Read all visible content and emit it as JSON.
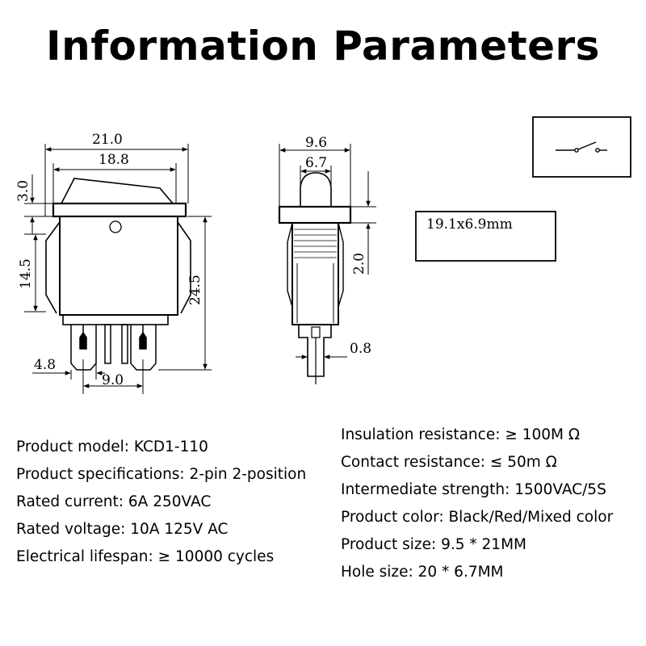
{
  "title": "Information Parameters",
  "dimensions": {
    "front_width_outer": "21.0",
    "front_width_inner": "18.8",
    "front_rocker_height": "3.0",
    "front_body_height": "14.5",
    "front_total_height": "24.5",
    "front_pin_width": "4.8",
    "front_pin_spacing": "9.0",
    "side_width_outer": "9.6",
    "side_width_inner": "6.7",
    "side_height": "2.0",
    "side_pin_thickness": "0.8"
  },
  "hole_size_box": "19.1x6.9mm",
  "specs_left": [
    {
      "label": "Product model",
      "value": "KCD1-110"
    },
    {
      "label": "Product specifications",
      "value": "2-pin 2-position"
    },
    {
      "label": "Rated current",
      "value": "6A 250VAC"
    },
    {
      "label": "Rated voltage",
      "value": "10A 125V AC"
    },
    {
      "label": "Electrical lifespan",
      "value": "≥ 10000 cycles"
    }
  ],
  "specs_right": [
    {
      "label": "Insulation resistance",
      "value": "≥ 100M Ω"
    },
    {
      "label": "Contact resistance",
      "value": "≤ 50m Ω"
    },
    {
      "label": "Intermediate strength",
      "value": "1500VAC/5S"
    },
    {
      "label": "Product color",
      "value": "Black/Red/Mixed color"
    },
    {
      "label": "Product size",
      "value": "9.5 * 21MM"
    },
    {
      "label": "Hole size",
      "value": "20 * 6.7MM"
    }
  ],
  "specs_text": {
    "left": [
      "Product model: KCD1-110",
      "Product specifications: 2-pin 2-position",
      "Rated current: 6A 250VAC",
      "Rated voltage: 10A 125V AC",
      "Electrical lifespan: ≥ 10000 cycles"
    ],
    "right": [
      "Insulation resistance: ≥ 100M Ω",
      "Contact resistance: ≤ 50m Ω",
      "Intermediate strength: 1500VAC/5S",
      "Product color: Black/Red/Mixed color",
      "Product size: 9.5 * 21MM",
      "Hole size: 20 * 6.7MM"
    ]
  }
}
